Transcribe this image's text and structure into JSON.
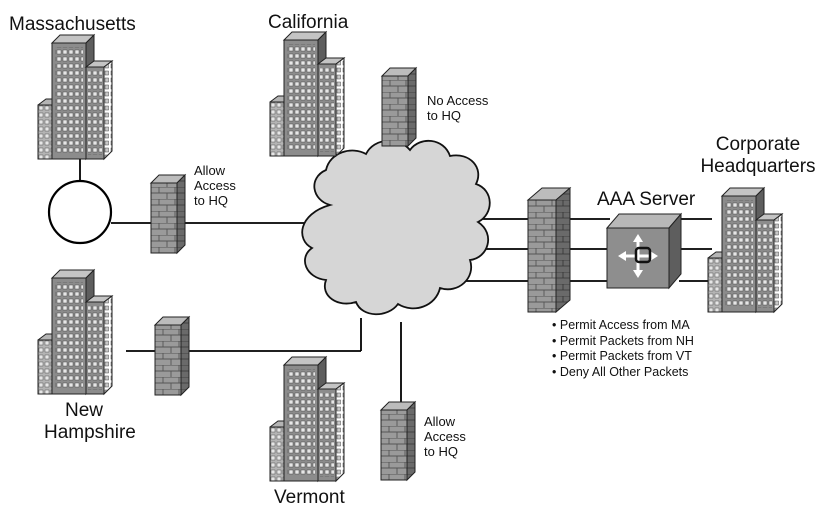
{
  "sites": {
    "massachusetts": "Massachusetts",
    "california": "California",
    "new_hampshire_line1": "New",
    "new_hampshire_line2": "Hampshire",
    "vermont": "Vermont",
    "hq_line1": "Corporate",
    "hq_line2": "Headquarters"
  },
  "aaa_server_label": "AAA Server",
  "firewall_notes": {
    "massachusetts": [
      "Allow",
      "Access",
      "to HQ"
    ],
    "california": [
      "No Access",
      "to HQ"
    ],
    "vermont": [
      "Allow",
      "Access",
      "to HQ"
    ]
  },
  "policy_rules": [
    "Permit Access from MA",
    "Permit Packets from NH",
    "Permit Packets from VT",
    "Deny All Other Packets"
  ],
  "colors": {
    "building_front": "#8c8c8c",
    "building_side": "#5e5e5e",
    "building_top": "#b4b4b4",
    "window": "#e6e6e6",
    "cloud": "#d6d6d6",
    "brick": "#9a9a9a",
    "line": "#000000"
  }
}
